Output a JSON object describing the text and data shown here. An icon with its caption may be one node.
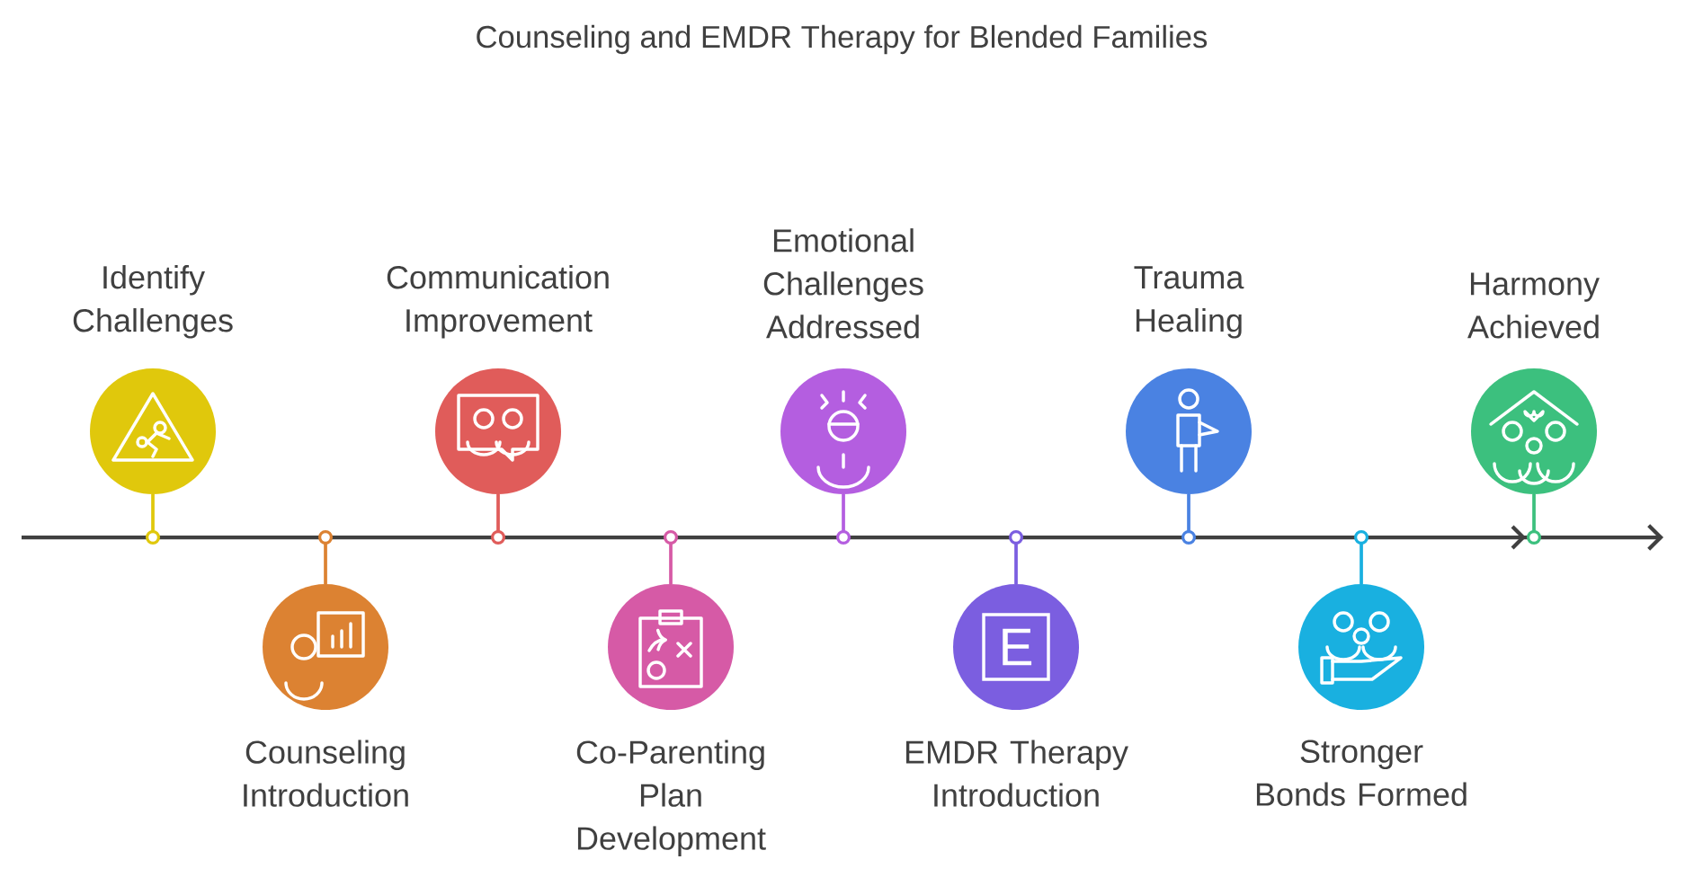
{
  "diagram": {
    "title": "Counseling and EMDR Therapy for Blended Families",
    "nodes": [
      {
        "text": [
          "Identify Challenges"
        ]
      },
      {
        "text": [
          "Counseling Introduction"
        ]
      },
      {
        "text": [
          "Communication Improvement"
        ]
      },
      {
        "text": [
          "Co-Parenting Plan Development"
        ]
      },
      {
        "text": [
          "Emotional Challenges Addressed"
        ]
      },
      {
        "text": [
          "E",
          "EMDR Therapy Introduction"
        ]
      },
      {
        "text": [
          "Trauma Healing"
        ]
      },
      {
        "text": [
          "Stronger Bonds Formed"
        ]
      },
      {
        "text": [
          "Harmony Achieved"
        ]
      }
    ]
  }
}
